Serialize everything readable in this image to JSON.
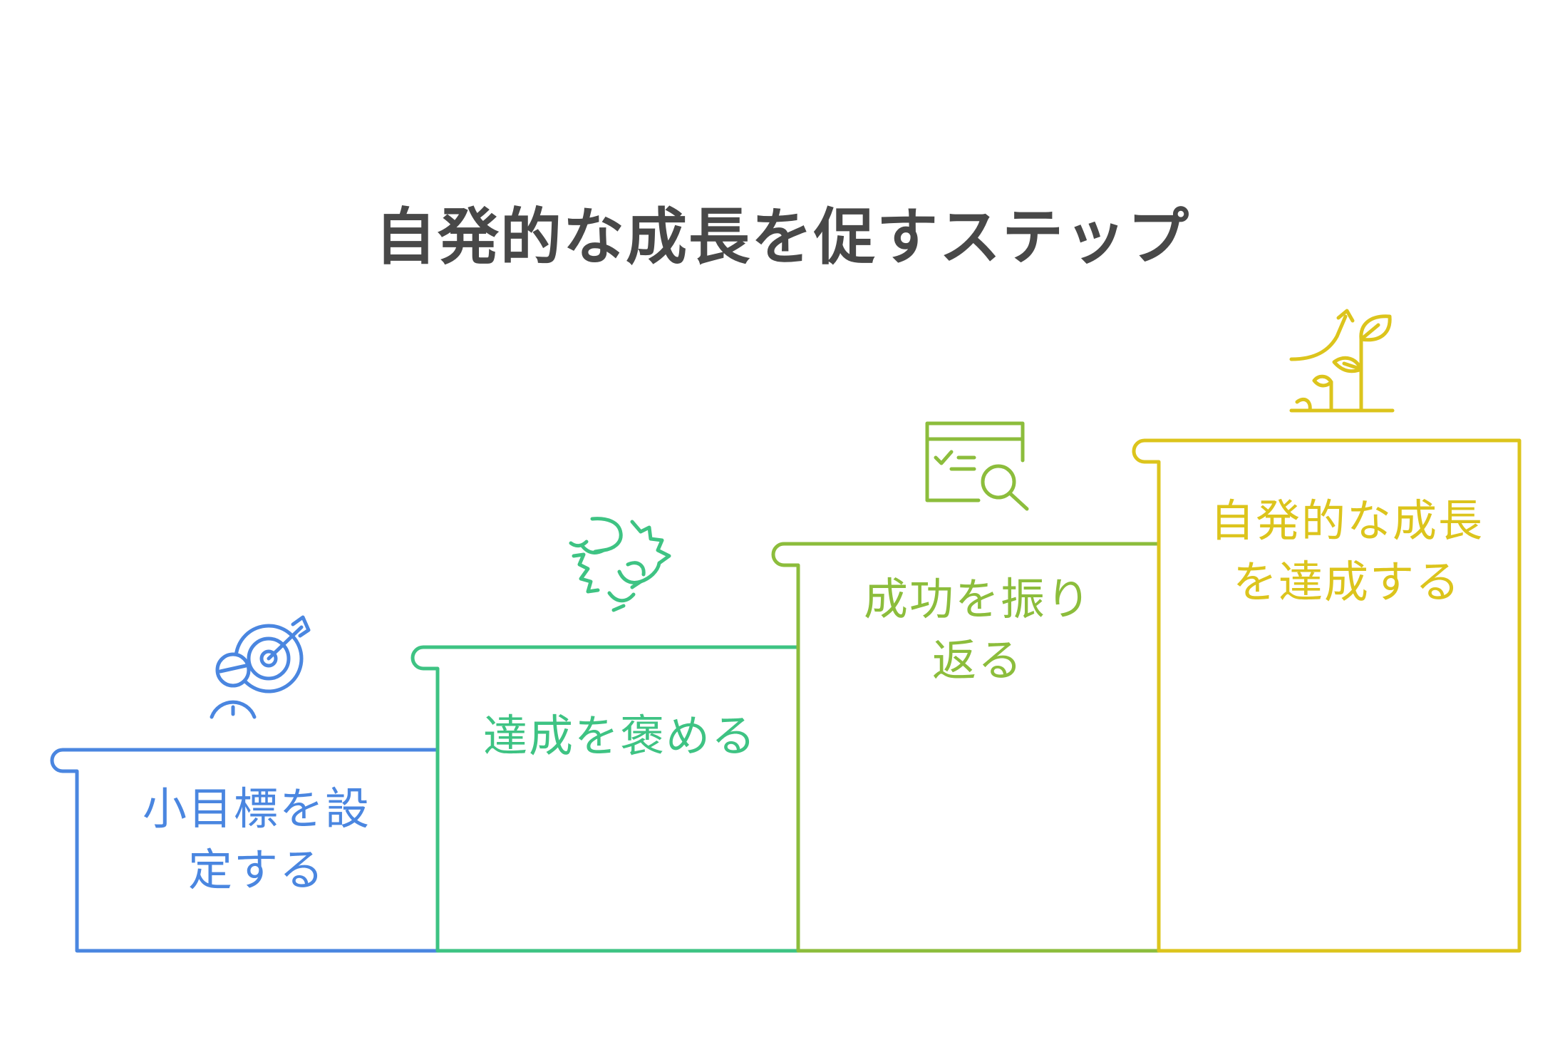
{
  "title": "自発的な成長を促すステップ",
  "steps": [
    {
      "label": "小目標を設\n定する",
      "color": "#4a86e0",
      "icon": "target-person-icon"
    },
    {
      "label": "達成を褒める",
      "color": "#3ec383",
      "icon": "handshake-icon"
    },
    {
      "label": "成功を振り\n返る",
      "color": "#8cbd3c",
      "icon": "browser-search-icon"
    },
    {
      "label": "自発的な成長\nを達成する",
      "color": "#dcc41c",
      "icon": "plant-growth-icon"
    }
  ]
}
